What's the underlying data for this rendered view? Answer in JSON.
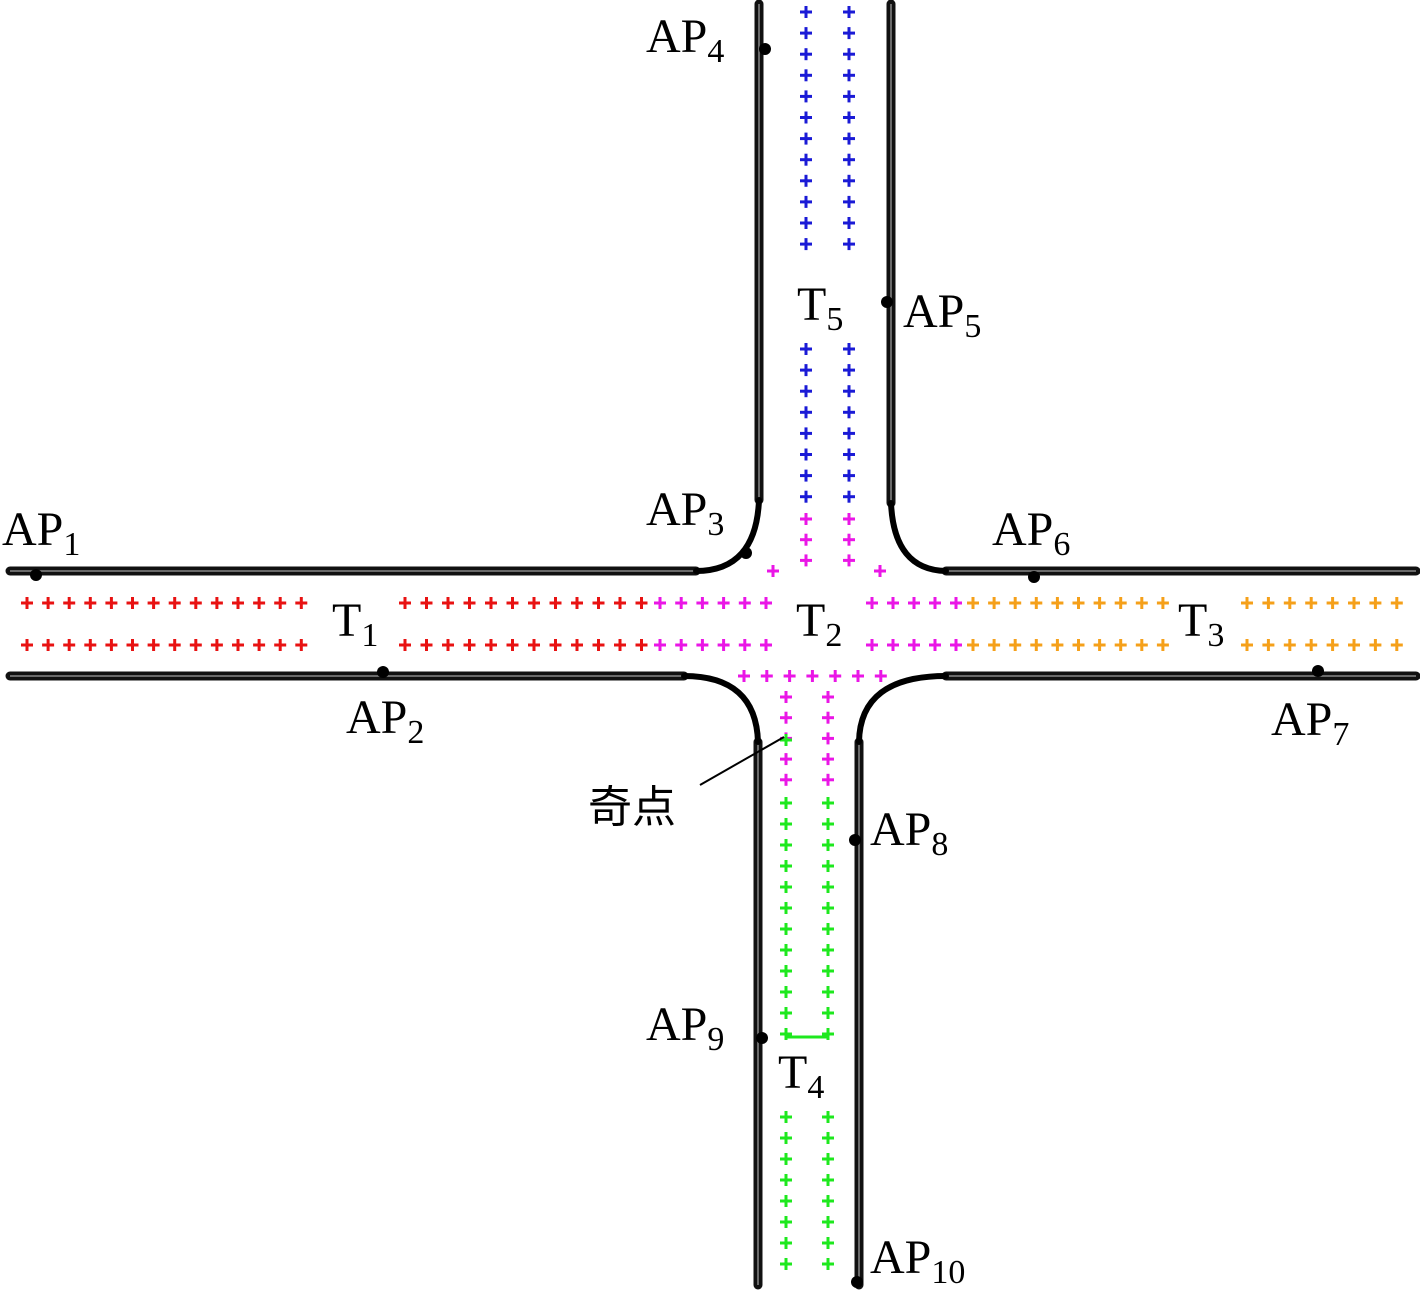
{
  "colors": {
    "T1": "#e81212",
    "T2": "#ea16e6",
    "T3": "#f5a01a",
    "T4": "#1ee81e",
    "T5": "#1a1ad6",
    "walls": "#111111",
    "background": "#ffffff"
  },
  "access_points": [
    {
      "id": "AP1",
      "base": "AP",
      "sub": "1"
    },
    {
      "id": "AP2",
      "base": "AP",
      "sub": "2"
    },
    {
      "id": "AP3",
      "base": "AP",
      "sub": "3"
    },
    {
      "id": "AP4",
      "base": "AP",
      "sub": "4"
    },
    {
      "id": "AP5",
      "base": "AP",
      "sub": "5"
    },
    {
      "id": "AP6",
      "base": "AP",
      "sub": "6"
    },
    {
      "id": "AP7",
      "base": "AP",
      "sub": "7"
    },
    {
      "id": "AP8",
      "base": "AP",
      "sub": "8"
    },
    {
      "id": "AP9",
      "base": "AP",
      "sub": "9"
    },
    {
      "id": "AP10",
      "base": "AP",
      "sub": "10"
    }
  ],
  "trajectories": [
    {
      "id": "T1",
      "base": "T",
      "sub": "1"
    },
    {
      "id": "T2",
      "base": "T",
      "sub": "2"
    },
    {
      "id": "T3",
      "base": "T",
      "sub": "3"
    },
    {
      "id": "T4",
      "base": "T",
      "sub": "4"
    },
    {
      "id": "T5",
      "base": "T",
      "sub": "5"
    }
  ],
  "singular_point_label": "奇点"
}
